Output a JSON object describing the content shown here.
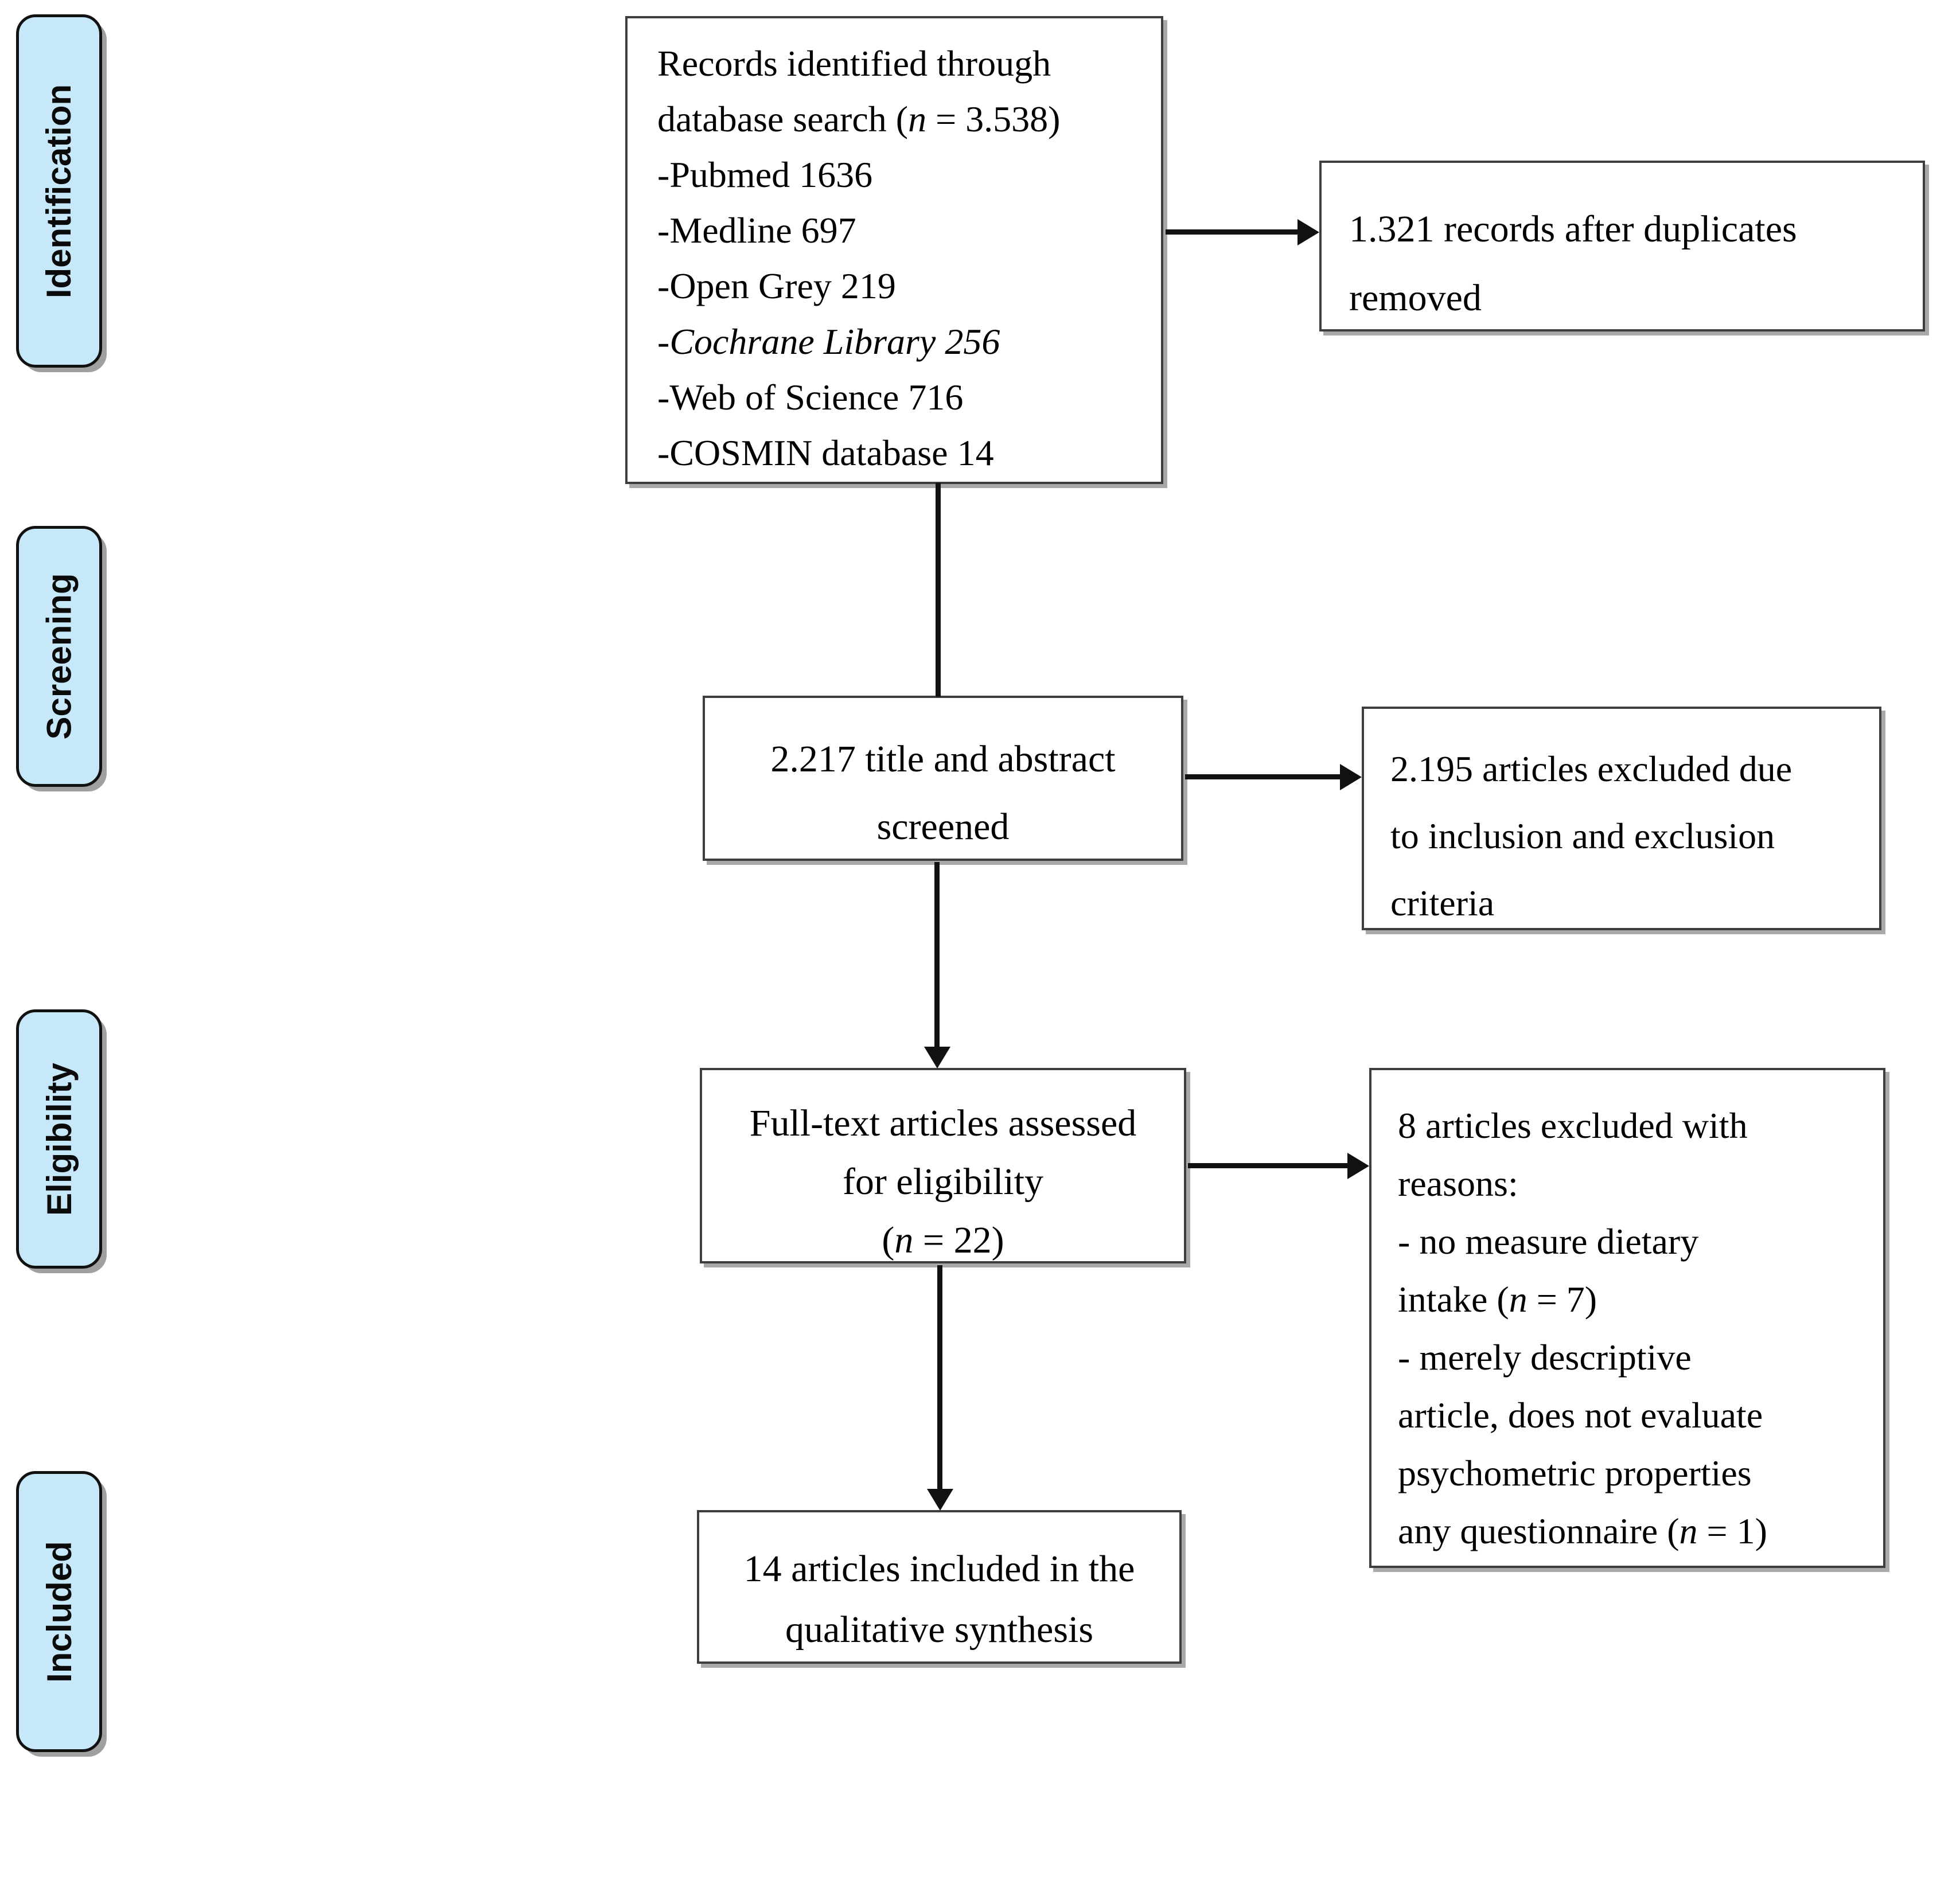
{
  "colors": {
    "stage_fill": "#c6e8f9",
    "stage_border": "#111111",
    "box_border": "#3e3e3e",
    "box_shadow": "#a9a9a9",
    "arrow": "#111111",
    "text": "#000000"
  },
  "sidebar": {
    "stages": [
      {
        "label": "Identification"
      },
      {
        "label": "Screening"
      },
      {
        "label": "Eligibility"
      },
      {
        "label": "Included"
      }
    ]
  },
  "boxes": {
    "records": {
      "line1": "Records identified through",
      "line2_prefix": "database search (",
      "line2_n": "n",
      "line2_suffix": " = 3.538)",
      "items": [
        "-Pubmed 1636",
        "-Medline 697",
        "-Open Grey 219",
        "-Cochrane Library 256",
        "-Web of Science 716",
        "-COSMIN database 14"
      ]
    },
    "duplicates": {
      "line1": "1.321 records after duplicates",
      "line2": "removed"
    },
    "screened": {
      "line1": "2.217 title and abstract",
      "line2": "screened"
    },
    "excluded_screening": {
      "line1": "2.195 articles excluded due",
      "line2": "to inclusion and exclusion",
      "line3": "criteria"
    },
    "fulltext": {
      "line1": "Full-text articles assessed",
      "line2": "for eligibility",
      "line3_prefix": "(",
      "line3_n": "n",
      "line3_suffix": " = 22)"
    },
    "excluded_fulltext": {
      "line1": "8 articles excluded with",
      "line2": "reasons:",
      "line3": "- no measure dietary",
      "line4_prefix": "intake (",
      "line4_n": "n",
      "line4_suffix": " = 7)",
      "line5": "- merely descriptive",
      "line6": "article, does not evaluate",
      "line7": "psychometric properties",
      "line8_prefix": "any questionnaire (",
      "line8_n": "n",
      "line8_suffix": " = 1)"
    },
    "included": {
      "line1": "14 articles included in the",
      "line2": "qualitative synthesis"
    }
  }
}
